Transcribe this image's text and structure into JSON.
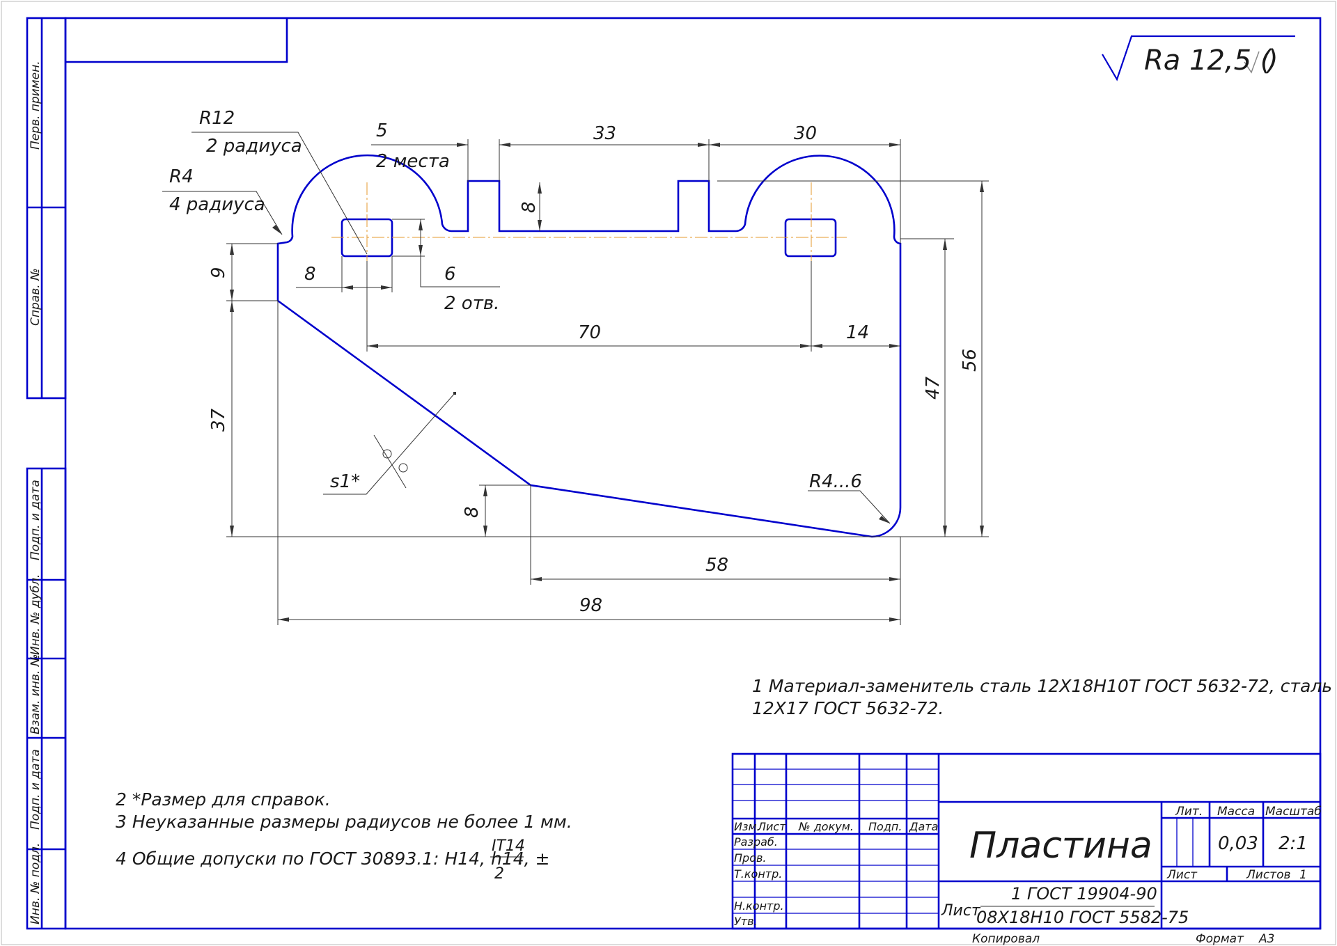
{
  "roughness": {
    "label": "Ra 12,5 (",
    "close": ")"
  },
  "dims": {
    "r12": "R12",
    "r12_note": "2 радиуса",
    "r4": "R4",
    "r4_note": "4 радиуса",
    "d5": "5",
    "d5_note": "2 места",
    "d33": "33",
    "d30": "30",
    "d8_slot": "8",
    "d8_hole": "8",
    "d6": "6",
    "d6_note": "2 отв.",
    "d9": "9",
    "d70": "70",
    "d14": "14",
    "d47": "47",
    "d56": "56",
    "d37": "37",
    "s1": "s1*",
    "r46": "R4...6",
    "d8_bottom": "8",
    "d58": "58",
    "d98": "98"
  },
  "notes": {
    "n1_line1": "1 Материал-заменитель сталь 12Х18Н10Т ГОСТ 5632-72, сталь",
    "n1_line2": "12Х17 ГОСТ 5632-72.",
    "n2": "2 *Размер для справок.",
    "n3": "3 Неуказанные размеры радиусов не более 1 мм.",
    "n4": "4 Общие допуски по ГОСТ 30893.1: H14, h14, ±",
    "n4_num": "IT14",
    "n4_den": "2",
    "n4_end": "."
  },
  "side": {
    "perv": "Перв. примен.",
    "sprav": "Справ. №",
    "podp1": "Подп. и дата",
    "inv_dubl": "Инв. № дубл.",
    "vzam": "Взам. инв. №",
    "podp2": "Подп. и дата",
    "inv_podl": "Инв. № подл."
  },
  "title_block": {
    "izm": "Изм.",
    "list": "Лист",
    "dokum": "№ докум.",
    "podp": "Подп.",
    "data": "Дата",
    "razrab": "Разраб.",
    "prov": "Пров.",
    "tkontr": "Т.контр.",
    "nkontr": "Н.контр.",
    "utv": "Утв.",
    "name": "Пластина",
    "lit": "Лит.",
    "massa": "Масса",
    "masshtab": "Масштаб",
    "massa_val": "0,03",
    "scale_val": "2:1",
    "sheet": "Лист",
    "sheets": "Листов",
    "sheets_val": "1",
    "material_prefix": "Лист",
    "material_top": "1 ГОСТ 19904-90",
    "material_bottom": "08Х18Н10 ГОСТ 5582-75",
    "kopiroval": "Копировал",
    "format": "Формат",
    "format_val": "А3"
  }
}
